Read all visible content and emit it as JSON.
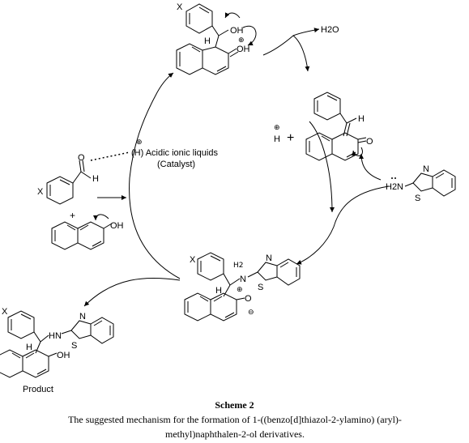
{
  "scheme": {
    "top_intermediate": {
      "x_sub": "X",
      "h": "H",
      "oh1": "OH",
      "oh2": "OH",
      "plus_charge": "⊕"
    },
    "water": "H2O",
    "proton": {
      "h": "H",
      "charge": "⊕",
      "plus": "+"
    },
    "quinone_methide": {
      "h": "H",
      "o": "O"
    },
    "amine": {
      "h2n": "H2N",
      "n": "N",
      "s": "S"
    },
    "catalyst": {
      "charge": "⊕",
      "line1": "(H) Acidic ionic liquids",
      "line2": "(Catalyst)"
    },
    "aldehyde": {
      "x_sub": "X",
      "o": "O",
      "h": "H"
    },
    "naphthol": {
      "oh": "OH",
      "plus": "+"
    },
    "zwitterion": {
      "x_sub": "X",
      "h": "H",
      "nh2": "N",
      "h2": "H2",
      "n_charge": "⊕",
      "n": "N",
      "s": "S",
      "o": "O",
      "o_charge": "⊖"
    },
    "product": {
      "x_sub": "X",
      "h": "H",
      "hn": "HN",
      "n": "N",
      "s": "S",
      "oh": "OH",
      "label": "Product"
    }
  },
  "caption": {
    "title": "Scheme 2",
    "text": "The suggested mechanism for the formation of 1-((benzo[d]thiazol-2-ylamino) (aryl)-methyl)naphthalen-2-ol derivatives."
  }
}
